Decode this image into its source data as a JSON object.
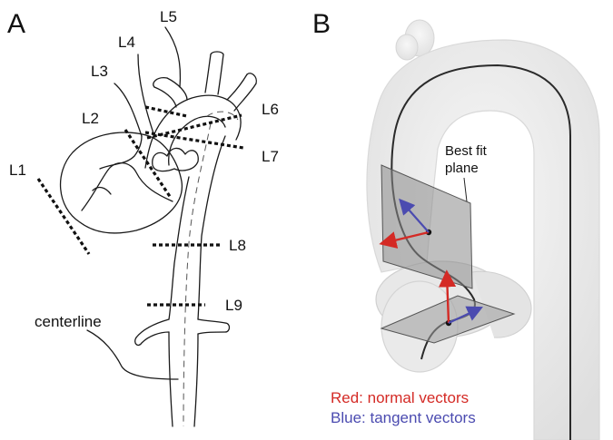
{
  "panel_a": {
    "letter": "A",
    "level_labels": [
      "L1",
      "L2",
      "L3",
      "L4",
      "L5",
      "L6",
      "L7",
      "L8",
      "L9"
    ],
    "centerline_label": "centerline"
  },
  "panel_b": {
    "letter": "B",
    "plane_label_line1": "Best fit",
    "plane_label_line2": "plane",
    "legend_red": "Red: normal vectors",
    "legend_blue": "Blue: tangent vectors"
  },
  "colors": {
    "normal_vector": "#d42a25",
    "tangent_vector": "#4b4bb0",
    "aorta_fill": "#ececec",
    "plane_fill": "#8a8a8a"
  }
}
